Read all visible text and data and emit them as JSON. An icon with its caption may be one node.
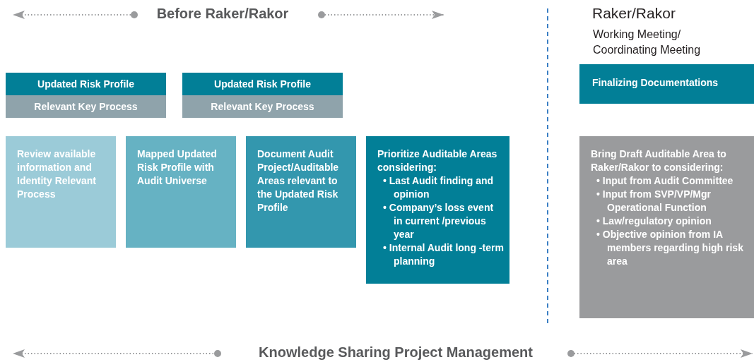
{
  "diagram": {
    "nodes": [
      {
        "text": [
          "Updated Risk Profile"
        ]
      },
      {
        "text": [
          "Relevant Key Process"
        ]
      },
      {
        "text": [
          "Updated Risk Profile"
        ]
      },
      {
        "text": [
          "Relevant Key Process"
        ]
      },
      {
        "text": [
          "Review available information and Identity Relevant Process"
        ]
      },
      {
        "text": [
          "Mapped Updated Risk Profile with Audit Universe"
        ]
      },
      {
        "text": [
          "Document Audit Project/Auditable Areas relevant to the Updated Risk Profile"
        ]
      },
      {
        "text": [
          "Prioritize Auditable Areas considering:",
          "• Last Audit finding and opinion",
          "• Company’s loss event in current /previous year",
          "• Internal Audit long -term planning"
        ]
      },
      {
        "text": [
          "Finalizing Documentations"
        ]
      },
      {
        "text": [
          "Bring Draft Auditable Area to Raker/Rakor to considering:",
          "• Input from Audit Committee",
          "• Input from SVP/VP/Mgr Operational Function",
          "• Law/regulatory opinion",
          "• Objective opinion from IA members regarding high risk area"
        ]
      }
    ],
    "labels": [
      "Before Raker/Rakor",
      "Raker/Rakor",
      "Working Meeting/ Coordinating Meeting",
      "Knowledge Sharing Project Management"
    ]
  }
}
